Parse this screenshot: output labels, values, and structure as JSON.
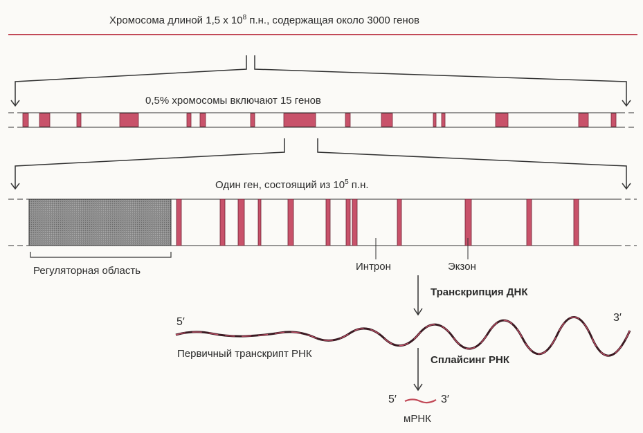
{
  "chromosome": {
    "title_prefix": "Хромосома длиной  1,5 х 10",
    "title_exp": "8",
    "title_suffix": " п.н., содержащая около 3000 генов"
  },
  "segment": {
    "title": "0,5% хромосомы включают 15 генов"
  },
  "gene": {
    "title_prefix": "Один ген, состоящий из 10",
    "title_exp": "5",
    "title_suffix": " п.н.",
    "regulatory_label": "Регуляторная область",
    "intron_label": "Интрон",
    "exon_label": "Экзон"
  },
  "transcription": {
    "label": "Транскрипция ДНК",
    "five_prime": "5′",
    "three_prime": "3′",
    "primary_label": "Первичный транскрипт РНК"
  },
  "splicing": {
    "label": "Сплайсинг РНК",
    "five_prime": "5′",
    "three_prime": "3′",
    "mrna_label": "мРНК"
  },
  "colors": {
    "exon": "#c8526a",
    "chromosome_line": "#c24a58",
    "regulatory": "#8b8b8b",
    "line": "#333333"
  }
}
